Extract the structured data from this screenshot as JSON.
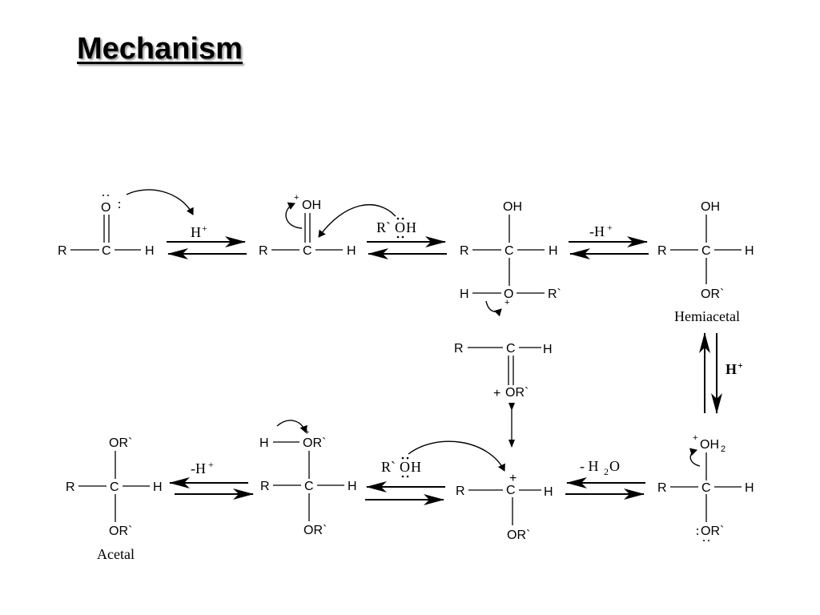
{
  "slide": {
    "title": "Mechanism"
  },
  "mechanism": {
    "atoms": {
      "R": "R",
      "C": "C",
      "H": "H",
      "O": "O",
      "OH": "OH",
      "OR": "OR`",
      "OH2_main": "OH",
      "OH2_sub": "2",
      "R_prime": "R`",
      "ROH_R": "R`",
      "ROH_O": "O",
      "ROH_H": "H",
      "plus": "+",
      "colon": ":"
    },
    "conditions": {
      "step1_main": "H",
      "step1_sup": "+",
      "step2_reagent_R": "R`",
      "step2_reagent_O": "O",
      "step2_reagent_H": "H",
      "step3_main": "-H",
      "step3_sup": "+",
      "step4_main": "H",
      "step4_sup": "+",
      "step5_main": "- H",
      "step5_sub": "2",
      "step5_end": "O",
      "step6_reagent_R": "R`",
      "step6_reagent_O": "O",
      "step6_reagent_H": "H",
      "step7_main": "-H",
      "step7_sup": "+"
    },
    "labels": {
      "hemiacetal": "Hemiacetal",
      "acetal": "Acetal"
    }
  }
}
